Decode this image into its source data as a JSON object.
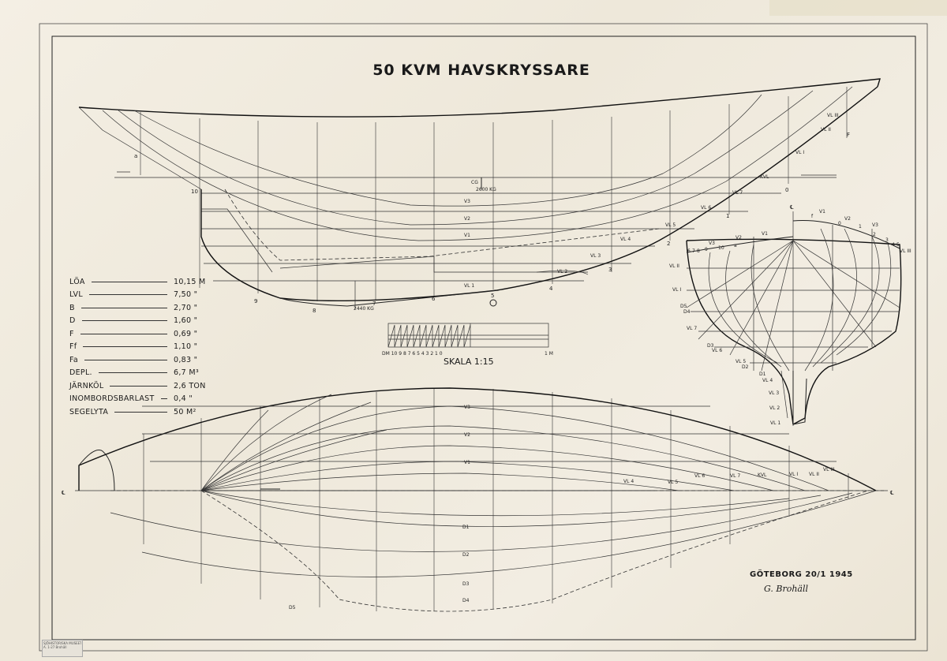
{
  "title": "50 KVM HAVSKRYSSARE",
  "scale": {
    "label": "SKALA 1:15",
    "ticks": "DM 10  9  8  7  6  5  4  3  2  1  0",
    "end": "1 M"
  },
  "specs": [
    {
      "name": "LÖA",
      "value": "10,15 M"
    },
    {
      "name": "LVL",
      "value": "7,50 \""
    },
    {
      "name": "B",
      "value": "2,70 \""
    },
    {
      "name": "D",
      "value": "1,60 \""
    },
    {
      "name": "F",
      "value": "0,69 \""
    },
    {
      "name": "Ff",
      "value": "1,10 \""
    },
    {
      "name": "Fa",
      "value": "0,83 \""
    },
    {
      "name": "DEPL.",
      "value": "6,7 M³"
    },
    {
      "name": "JÄRNKÖL",
      "value": "2,6 TON"
    },
    {
      "name": "INOMBORDSBARLAST",
      "value": "0,4 \""
    },
    {
      "name": "SEGELYTA",
      "value": "50 M²"
    }
  ],
  "profile_labels": {
    "cg": "CG",
    "cg_weight": "2600 KG",
    "keel_weight": "2440 KG",
    "a": "a",
    "f": "F",
    "zero": "0",
    "ten": "10",
    "stations": [
      "9",
      "8",
      "7",
      "6",
      "5",
      "4",
      "3",
      "2",
      "1"
    ],
    "buttocks": [
      "V3",
      "V2",
      "V1"
    ],
    "waterlines": [
      "VL III",
      "VL II",
      "VL I",
      "KVL",
      "VL 7",
      "VL 6",
      "VL 5",
      "VL 4",
      "VL 3",
      "VL 2",
      "VL 1"
    ]
  },
  "body_plan_labels": {
    "top": [
      "f",
      "V1",
      "0",
      "V2",
      "1",
      "V3",
      "2",
      "3",
      "4",
      "5",
      "VL III"
    ],
    "aft": [
      "6",
      "7",
      "8",
      "9",
      "10",
      "a",
      "V3",
      "V2",
      "V1"
    ],
    "left": [
      "VL II",
      "VL I",
      "D5",
      "D4",
      "VL 7",
      "D3",
      "VL 6",
      "VL 5",
      "D2",
      "D1",
      "VL 4",
      "VL 3",
      "VL 2",
      "VL 1"
    ]
  },
  "plan_labels": {
    "buttocks": [
      "V3",
      "V2",
      "V1"
    ],
    "waterlines": [
      "VL 4",
      "VL 5",
      "VL 6",
      "VL 7",
      "KVL",
      "VL I",
      "VL II",
      "VL III"
    ],
    "diagonals": [
      "D1",
      "D2",
      "D3",
      "D4",
      "D5"
    ],
    "centerline": "℄"
  },
  "signature": {
    "place_date": "GÖTEBORG 20/1 1945",
    "name": "G. Brohäll"
  },
  "stamp": [
    "SJÖHISTORISKA MUSEET",
    "A. 1-27  Brohäll"
  ]
}
